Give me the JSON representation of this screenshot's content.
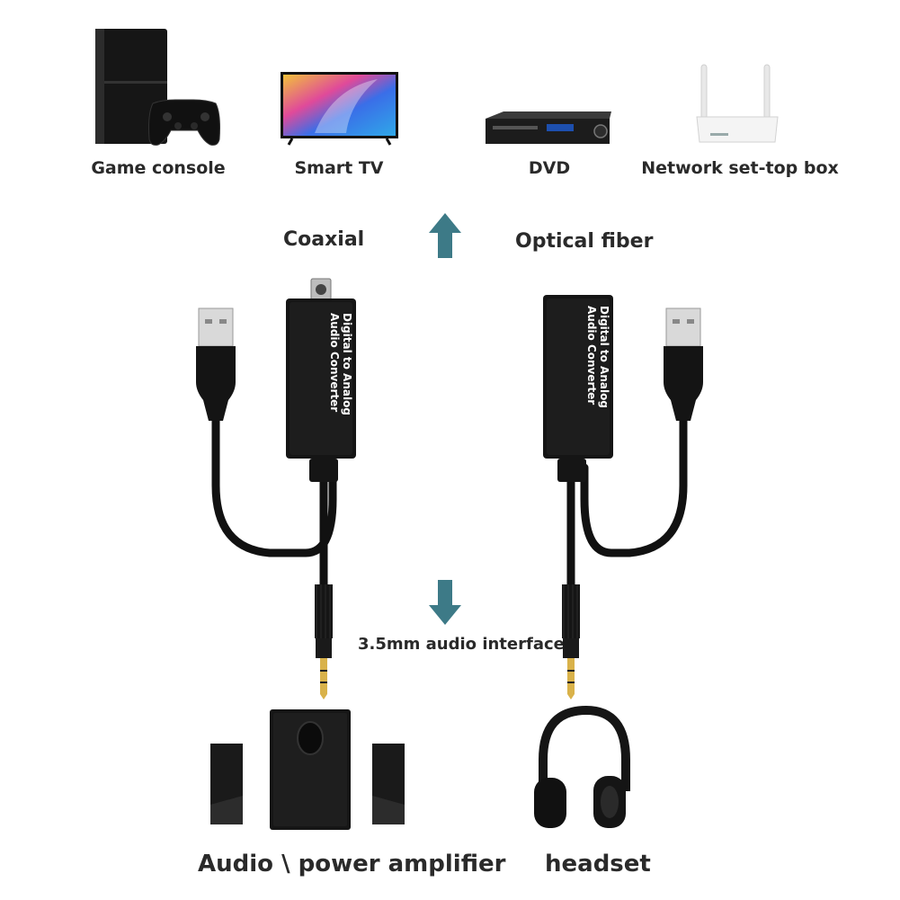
{
  "devices": [
    {
      "label": "Game console",
      "icon": "game-console-icon"
    },
    {
      "label": "Smart TV",
      "icon": "smart-tv-icon"
    },
    {
      "label": "DVD",
      "icon": "dvd-player-icon"
    },
    {
      "label": "Network set-top box",
      "icon": "router-icon"
    }
  ],
  "connections": {
    "coaxial_label": "Coaxial",
    "optical_label": "Optical fiber",
    "audio_interface_label": "3.5mm audio interface"
  },
  "converters": {
    "coaxial": {
      "text_line1": "Digital to Analog",
      "text_line2": "Audio Converter"
    },
    "optical": {
      "text_line1": "Digital to Analog",
      "text_line2": "Audio Converter"
    }
  },
  "outputs": [
    {
      "label": "Audio \\ power amplifier",
      "icon": "speaker-system-icon"
    },
    {
      "label": "headset",
      "icon": "headphones-icon"
    }
  ],
  "colors": {
    "arrow": "#3d7a87",
    "device_dark": "#1a1a1a",
    "text": "#2a2a2a"
  }
}
